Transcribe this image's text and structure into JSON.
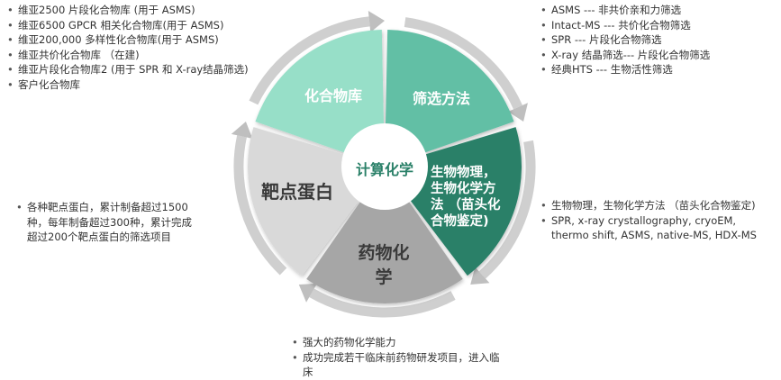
{
  "center": {
    "label": "计算化学",
    "color": "#2a8068"
  },
  "segments": [
    {
      "id": "compound-library",
      "label": "化合物库",
      "color": "#62bfa5",
      "text_color": "#ffffff"
    },
    {
      "id": "screening-methods",
      "label": "筛选方法",
      "color": "#2a8068",
      "text_color": "#ffffff"
    },
    {
      "id": "biophysics",
      "label": "生物物理，生物化学方法 （苗头化合物鉴定)",
      "color": "#a6a6a6",
      "text_color": "#ffffff"
    },
    {
      "id": "medicinal-chemistry",
      "label": "药物化学",
      "color": "#d9d9d9",
      "text_color": "#3a3a3a"
    },
    {
      "id": "target-protein",
      "label": "靶点蛋白",
      "color": "#97dfc8",
      "text_color": "#3a3a3a"
    }
  ],
  "arrow_color": "#cfcfcf",
  "notes": {
    "compound_library": [
      "维亚2500 片段化合物库 (用于 ASMS)",
      "维亚6500 GPCR 相关化合物库(用于 ASMS)",
      "维亚200,000 多样性化合物库(用于 ASMS)",
      "维亚共价化合物库 （在建)",
      "维亚片段化合物库2 (用于 SPR 和 X-ray结晶筛选)",
      "客户化合物库"
    ],
    "screening_methods": [
      "ASMS --- 非共价亲和力筛选",
      "Intact-MS --- 共价化合物筛选",
      "SPR --- 片段化合物筛选",
      "X-ray 结晶筛选--- 片段化合物筛选",
      "经典HTS --- 生物活性筛选"
    ],
    "biophysics": [
      "生物物理，生物化学方法 （苗头化合物鉴定)",
      "SPR, x-ray crystallography, cryoEM, thermo shift, ASMS, native-MS, HDX-MS"
    ],
    "target_protein": [
      "各种靶点蛋白，累计制备超过1500种，每年制备超过300种，累计完成超过200个靶点蛋白的筛选项目"
    ],
    "medicinal_chemistry": [
      "强大的药物化学能力",
      "成功完成若干临床前药物研发项目，进入临床"
    ]
  }
}
